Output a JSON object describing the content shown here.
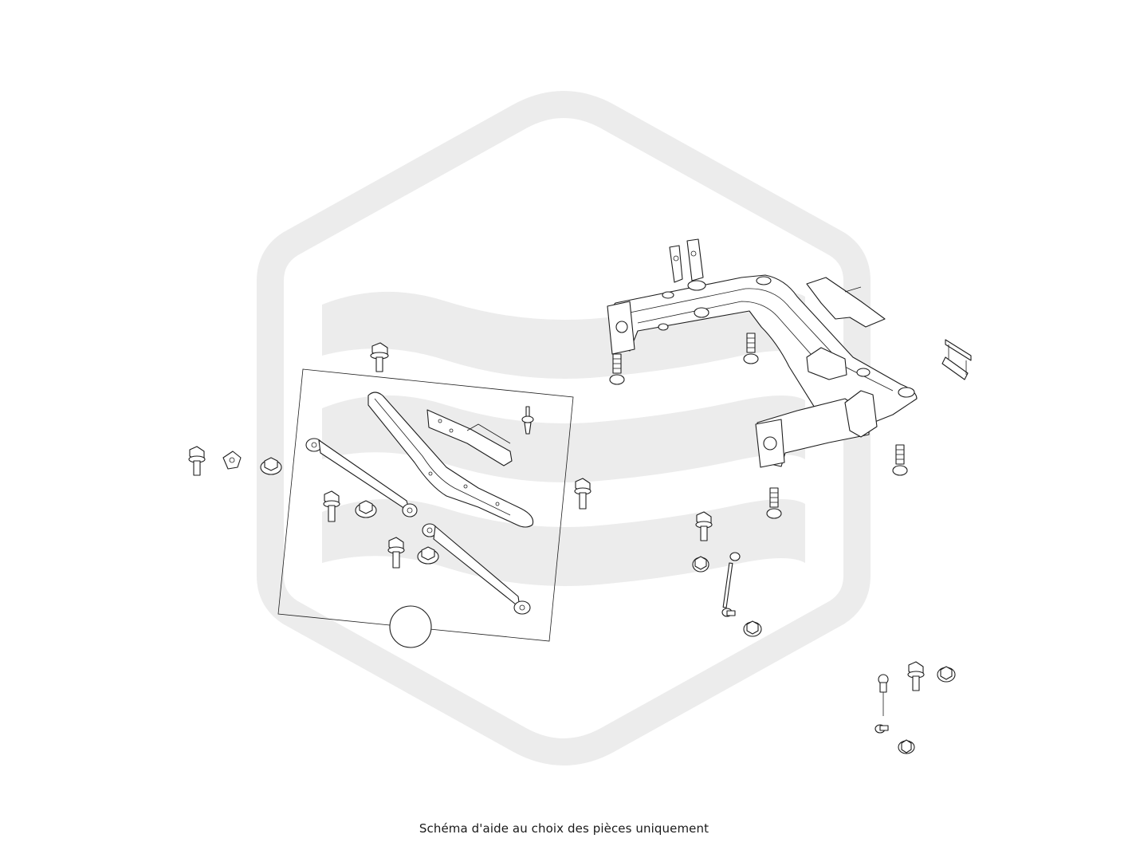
{
  "caption": "Schéma d'aide au choix des pièces uniquement",
  "watermark": {
    "color": "#ececec"
  },
  "line_color": "#1e1e1e",
  "components": [
    "rear-subframe",
    "lower-control-arm-front",
    "lower-control-arm-rear",
    "trailing-arm",
    "mounting-bracket",
    "stabilizer-link",
    "subframe-bolt",
    "flange-bolt",
    "flange-nut",
    "eccentric-washer",
    "push-rivet",
    "heat-shield",
    "clip-bracket"
  ]
}
